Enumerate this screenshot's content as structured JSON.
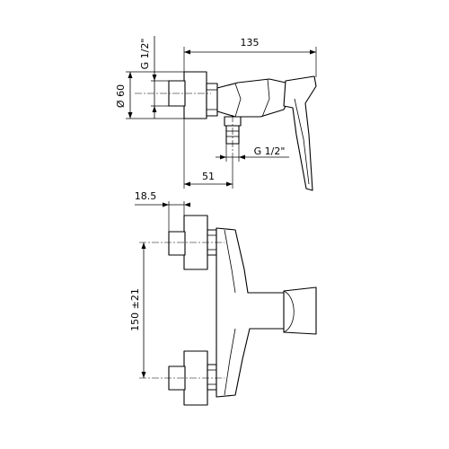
{
  "dimensions": {
    "overall_length": "135",
    "inlet_thread_top": "G 1/2\"",
    "flange_diameter": "Ø 60",
    "outlet_thread": "G 1/2\"",
    "outlet_offset": "51",
    "inlet_depth": "18.5",
    "inlet_spacing": "150 ±21"
  },
  "colors": {
    "line": "#000000",
    "background": "#ffffff"
  }
}
